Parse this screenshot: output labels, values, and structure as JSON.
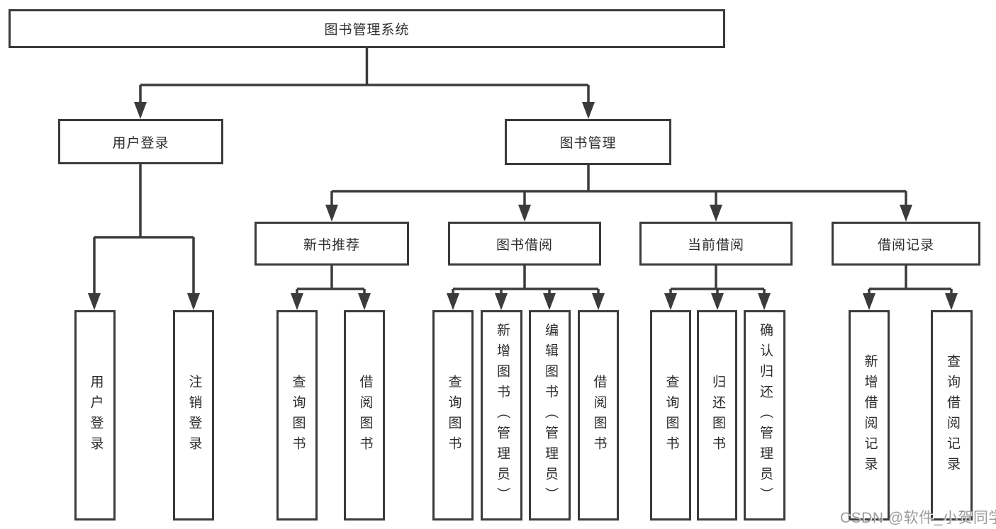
{
  "diagram": {
    "root": {
      "label": "图书管理系统",
      "children": [
        {
          "label": "用户登录",
          "children": [
            {
              "label": "用户登录"
            },
            {
              "label": "注销登录"
            }
          ]
        },
        {
          "label": "图书管理",
          "children": [
            {
              "label": "新书推荐",
              "children": [
                {
                  "label": "查询图书"
                },
                {
                  "label": "借阅图书"
                }
              ]
            },
            {
              "label": "图书借阅",
              "children": [
                {
                  "label": "查询图书"
                },
                {
                  "label": "新增图书（管理员）"
                },
                {
                  "label": "编辑图书（管理员）"
                },
                {
                  "label": "借阅图书"
                }
              ]
            },
            {
              "label": "当前借阅",
              "children": [
                {
                  "label": "查询图书"
                },
                {
                  "label": "归还图书"
                },
                {
                  "label": "确认归还（管理员）"
                }
              ]
            },
            {
              "label": "借阅记录",
              "children": [
                {
                  "label": "新增借阅记录"
                },
                {
                  "label": "查询借阅记录"
                }
              ]
            }
          ]
        }
      ]
    }
  },
  "watermark": {
    "text": "CSDN @软件_小贺同学"
  },
  "colors": {
    "line": "#3b3b3b",
    "text": "#2d2d2d",
    "background": "#ffffff",
    "watermark": "#9b9b9b"
  }
}
